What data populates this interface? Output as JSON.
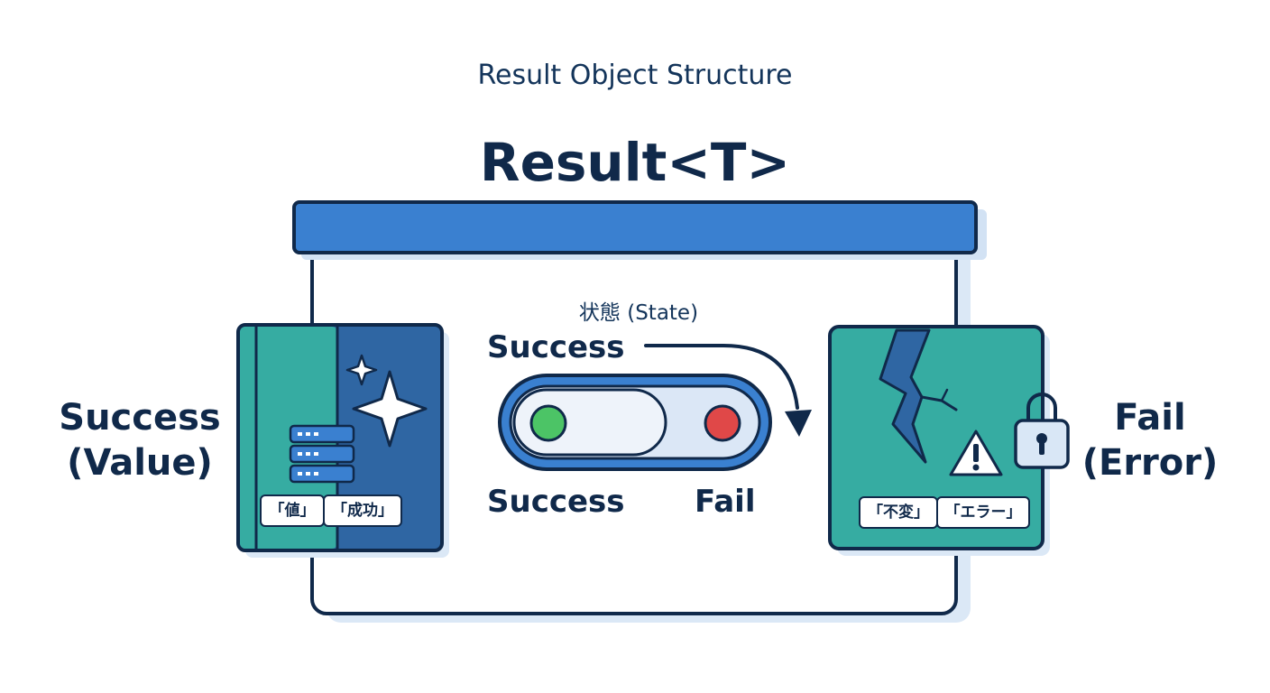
{
  "diagram": {
    "heading": "Result Object Structure",
    "title": "Result<T>",
    "success_side": {
      "label_line1": "Success",
      "label_line2": "(Value)",
      "tags": [
        "「値」",
        "「成功」"
      ]
    },
    "fail_side": {
      "label_line1": "Fail",
      "label_line2": "(Error)",
      "tags": [
        "「不変」",
        "「エラー」"
      ]
    },
    "state": {
      "label": "状態 (State)",
      "top_label": "Success",
      "left_label": "Success",
      "right_label": "Fail"
    },
    "icons": [
      "sparkle-icon",
      "database-icon",
      "toggle-switch-icon",
      "crack-icon",
      "warning-icon",
      "lock-icon",
      "curved-arrow-icon"
    ],
    "colors": {
      "primary_blue": "#3a80d0",
      "dark_navy": "#10294a",
      "teal": "#36aca2",
      "deep_blue": "#2f66a3",
      "success_dot": "#4cc466",
      "fail_dot": "#e04848"
    }
  }
}
